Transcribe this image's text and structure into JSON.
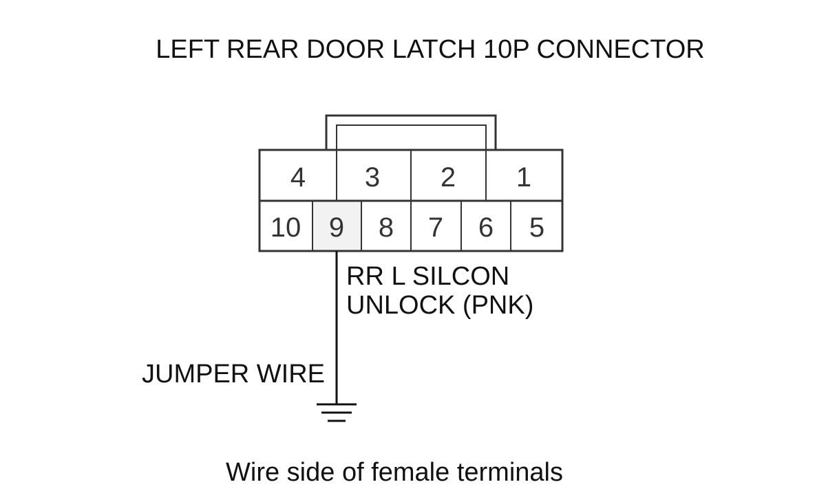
{
  "diagram": {
    "title": "LEFT REAR DOOR LATCH 10P CONNECTOR",
    "top_row_pins": [
      "4",
      "3",
      "2",
      "1"
    ],
    "bottom_row_pins": [
      "10",
      "9",
      "8",
      "7",
      "6",
      "5"
    ],
    "wire_label_line1": "RR L SILCON",
    "wire_label_line2": "UNLOCK (PNK)",
    "jumper_label": "JUMPER WIRE",
    "caption": "Wire side of female terminals",
    "colors": {
      "stroke": "#333333",
      "highlight_terminal": "#f2f2f2",
      "background": "#ffffff"
    }
  }
}
